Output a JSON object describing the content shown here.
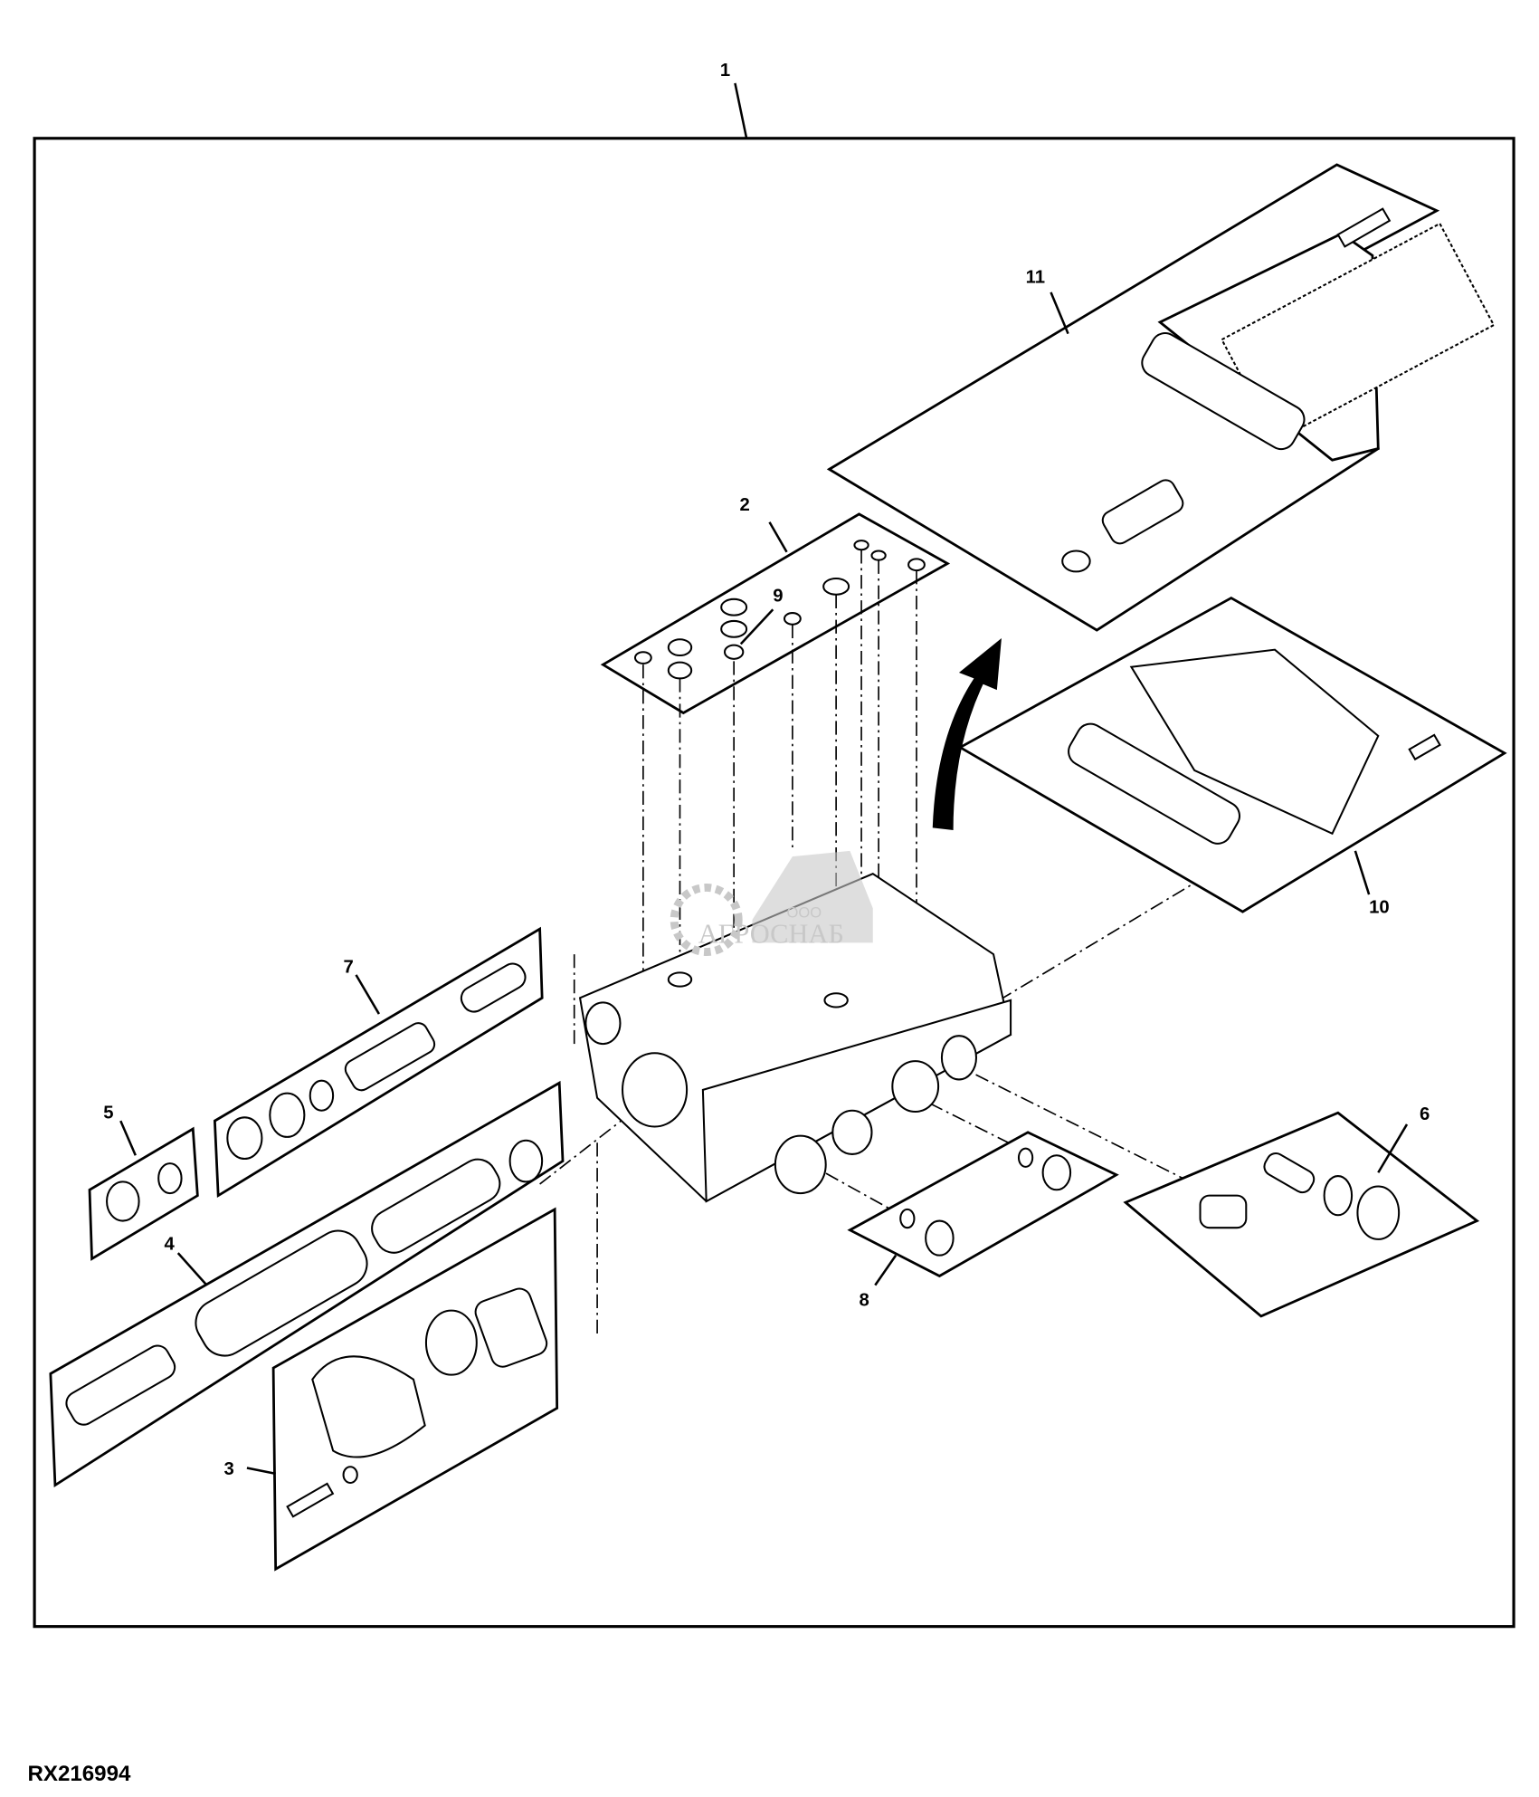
{
  "figure_id": "RX216994",
  "callouts": [
    "1",
    "2",
    "3",
    "4",
    "5",
    "6",
    "7",
    "8",
    "9",
    "10",
    "11"
  ],
  "watermark": {
    "prefix": "ООО",
    "name": "АГРОСНАБ"
  },
  "colors": {
    "line": "#000000",
    "watermark": "#c8c8c8",
    "background": "#ffffff"
  }
}
